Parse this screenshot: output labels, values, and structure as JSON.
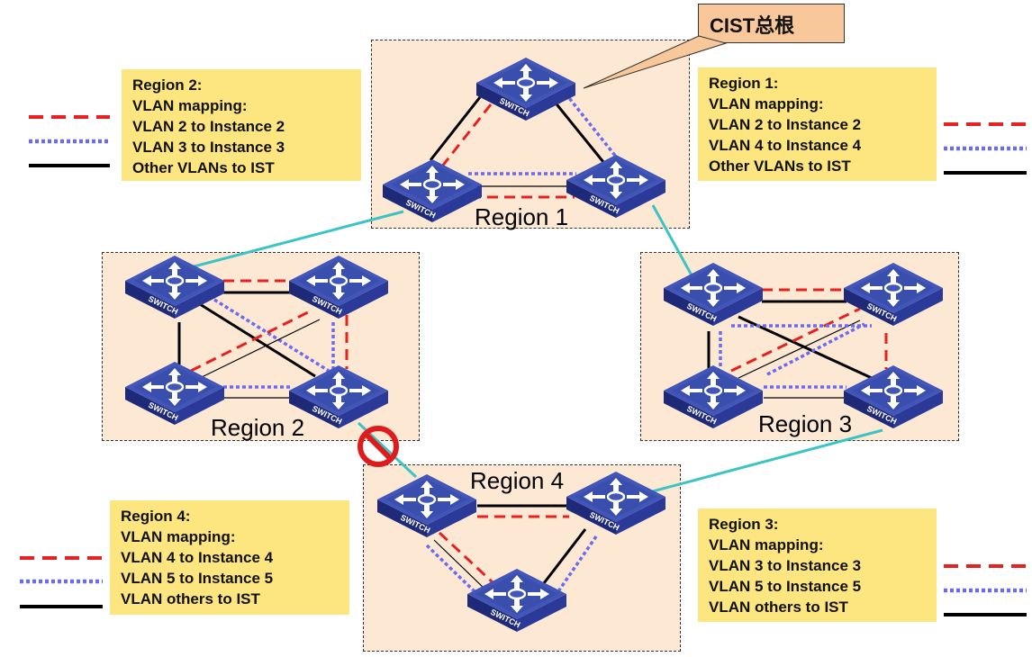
{
  "callout": {
    "text": "CIST总根"
  },
  "regions": [
    {
      "label": "Region 1"
    },
    {
      "label": "Region 2"
    },
    {
      "label": "Region 3"
    },
    {
      "label": "Region 4"
    }
  ],
  "switch_label": "SWITCH",
  "info_boxes": [
    {
      "title": "Region 2:",
      "lines": [
        "VLAN mapping:",
        "VLAN 2 to Instance 2",
        "VLAN 3 to Instance 3",
        "Other VLANs to IST"
      ]
    },
    {
      "title": "Region 1:",
      "lines": [
        "VLAN mapping:",
        "VLAN 2 to Instance 2",
        "VLAN 4 to Instance 4",
        "Other VLANs to IST"
      ]
    },
    {
      "title": "Region 4:",
      "lines": [
        "VLAN mapping:",
        "VLAN 4 to Instance 4",
        "VLAN 5 to Instance 5",
        "VLAN others to IST"
      ]
    },
    {
      "title": "Region 3:",
      "lines": [
        "VLAN mapping:",
        "VLAN 3 to Instance 3",
        "VLAN 5 to Instance 5",
        "VLAN others to IST"
      ]
    }
  ],
  "colors": {
    "region_fill": "#fde8d3",
    "info_fill": "#fde57f",
    "callout_fill": "#f8c79a",
    "instance_red": "#e8201f",
    "instance_blue": "#6b6bf0",
    "ist_black": "#000000",
    "inter_region_link": "#3cc3c3",
    "switch_body": "#2d3c9c",
    "blocked_sign": "#e01b1b"
  },
  "icons": [
    "switch-icon",
    "blocked-port-icon"
  ]
}
